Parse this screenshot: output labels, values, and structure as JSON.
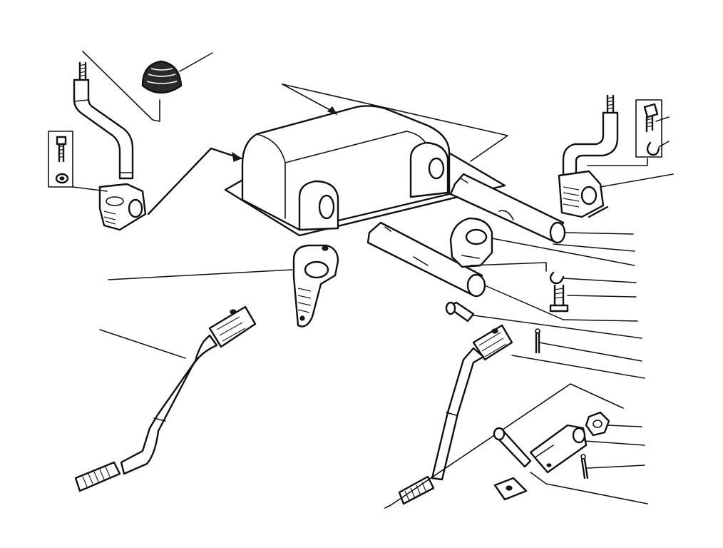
{
  "diagram": {
    "type": "exploded-parts-diagram",
    "ink_color": "#111111",
    "background_color": "#ffffff",
    "parts": [
      {
        "name": "rubber-boot"
      },
      {
        "name": "left-shift-lever"
      },
      {
        "name": "left-clamp-bolt"
      },
      {
        "name": "left-lock-washer"
      },
      {
        "name": "selector-cover"
      },
      {
        "name": "upper-shaft"
      },
      {
        "name": "lower-shaft"
      },
      {
        "name": "selector-fork"
      },
      {
        "name": "retaining-clip"
      },
      {
        "name": "set-bolt"
      },
      {
        "name": "clevis-pin"
      },
      {
        "name": "split-pin"
      },
      {
        "name": "left-clevis-rod"
      },
      {
        "name": "right-clevis-rod"
      },
      {
        "name": "center-lever-arm"
      },
      {
        "name": "right-shift-lever"
      },
      {
        "name": "right-clamp-bolt"
      },
      {
        "name": "right-lock-washer"
      },
      {
        "name": "hex-nut"
      },
      {
        "name": "clevis-yoke"
      },
      {
        "name": "yoke-pin"
      },
      {
        "name": "yoke-split-pin"
      },
      {
        "name": "plate-washer"
      }
    ]
  }
}
